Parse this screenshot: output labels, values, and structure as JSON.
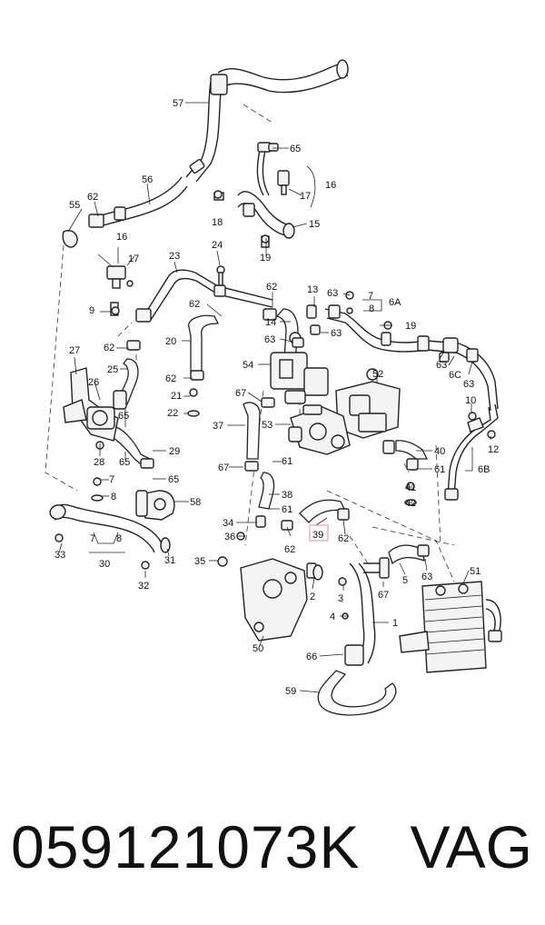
{
  "callouts": [
    {
      "id": "c57",
      "label": "57"
    },
    {
      "id": "c65a",
      "label": "65"
    },
    {
      "id": "c16a",
      "label": "16"
    },
    {
      "id": "c17a",
      "label": "17"
    },
    {
      "id": "c15",
      "label": "15"
    },
    {
      "id": "c56",
      "label": "56"
    },
    {
      "id": "c62a",
      "label": "62"
    },
    {
      "id": "c55",
      "label": "55"
    },
    {
      "id": "c18",
      "label": "18"
    },
    {
      "id": "c24",
      "label": "24"
    },
    {
      "id": "c19a",
      "label": "19"
    },
    {
      "id": "c16b",
      "label": "16"
    },
    {
      "id": "c17b",
      "label": "17"
    },
    {
      "id": "c23",
      "label": "23"
    },
    {
      "id": "c9",
      "label": "9"
    },
    {
      "id": "c62b",
      "label": "62"
    },
    {
      "id": "c62c",
      "label": "62"
    },
    {
      "id": "c13",
      "label": "13"
    },
    {
      "id": "c63a",
      "label": "63"
    },
    {
      "id": "c7a",
      "label": "7"
    },
    {
      "id": "c6A",
      "label": "6A"
    },
    {
      "id": "c8a",
      "label": "8"
    },
    {
      "id": "c14",
      "label": "14"
    },
    {
      "id": "c19b",
      "label": "19"
    },
    {
      "id": "c62d",
      "label": "62"
    },
    {
      "id": "c20",
      "label": "20"
    },
    {
      "id": "c63b",
      "label": "63"
    },
    {
      "id": "c63c",
      "label": "63"
    },
    {
      "id": "c27",
      "label": "27"
    },
    {
      "id": "c25",
      "label": "25"
    },
    {
      "id": "c54",
      "label": "54"
    },
    {
      "id": "c62e",
      "label": "62"
    },
    {
      "id": "c63d",
      "label": "63"
    },
    {
      "id": "c6C",
      "label": "6C"
    },
    {
      "id": "c52",
      "label": "52"
    },
    {
      "id": "c63e",
      "label": "63"
    },
    {
      "id": "c26",
      "label": "26"
    },
    {
      "id": "c21",
      "label": "21"
    },
    {
      "id": "c67a",
      "label": "67"
    },
    {
      "id": "c10",
      "label": "10"
    },
    {
      "id": "c22",
      "label": "22"
    },
    {
      "id": "c65b",
      "label": "65"
    },
    {
      "id": "c37",
      "label": "37"
    },
    {
      "id": "c53",
      "label": "53"
    },
    {
      "id": "c12",
      "label": "12"
    },
    {
      "id": "c29",
      "label": "29"
    },
    {
      "id": "c40",
      "label": "40"
    },
    {
      "id": "c28",
      "label": "28"
    },
    {
      "id": "c65c",
      "label": "65"
    },
    {
      "id": "c67b",
      "label": "67"
    },
    {
      "id": "c61a",
      "label": "61"
    },
    {
      "id": "c61b",
      "label": "61"
    },
    {
      "id": "c6B",
      "label": "6B"
    },
    {
      "id": "c7b",
      "label": "7"
    },
    {
      "id": "c65d",
      "label": "65"
    },
    {
      "id": "c8b",
      "label": "8"
    },
    {
      "id": "c41",
      "label": "41"
    },
    {
      "id": "c38",
      "label": "38"
    },
    {
      "id": "c58",
      "label": "58"
    },
    {
      "id": "c42",
      "label": "42"
    },
    {
      "id": "c61c",
      "label": "61"
    },
    {
      "id": "c34",
      "label": "34"
    },
    {
      "id": "c36",
      "label": "36"
    },
    {
      "id": "c39",
      "label": "39"
    },
    {
      "id": "c62f",
      "label": "62"
    },
    {
      "id": "c62g",
      "label": "62"
    },
    {
      "id": "c7c",
      "label": "7"
    },
    {
      "id": "c8c",
      "label": "8"
    },
    {
      "id": "c33",
      "label": "33"
    },
    {
      "id": "c31",
      "label": "31"
    },
    {
      "id": "c30",
      "label": "30"
    },
    {
      "id": "c35",
      "label": "35"
    },
    {
      "id": "c5",
      "label": "5"
    },
    {
      "id": "c63f",
      "label": "63"
    },
    {
      "id": "c51",
      "label": "51"
    },
    {
      "id": "c32",
      "label": "32"
    },
    {
      "id": "c2",
      "label": "2"
    },
    {
      "id": "c3",
      "label": "3"
    },
    {
      "id": "c67c",
      "label": "67"
    },
    {
      "id": "c4",
      "label": "4"
    },
    {
      "id": "c1",
      "label": "1"
    },
    {
      "id": "c50",
      "label": "50"
    },
    {
      "id": "c66",
      "label": "66"
    },
    {
      "id": "c59",
      "label": "59"
    }
  ],
  "footer": {
    "part_number": "059121073K",
    "brand": "VAG"
  },
  "colors": {
    "line": "#222222",
    "highlight_box": "#e8a0a8"
  }
}
